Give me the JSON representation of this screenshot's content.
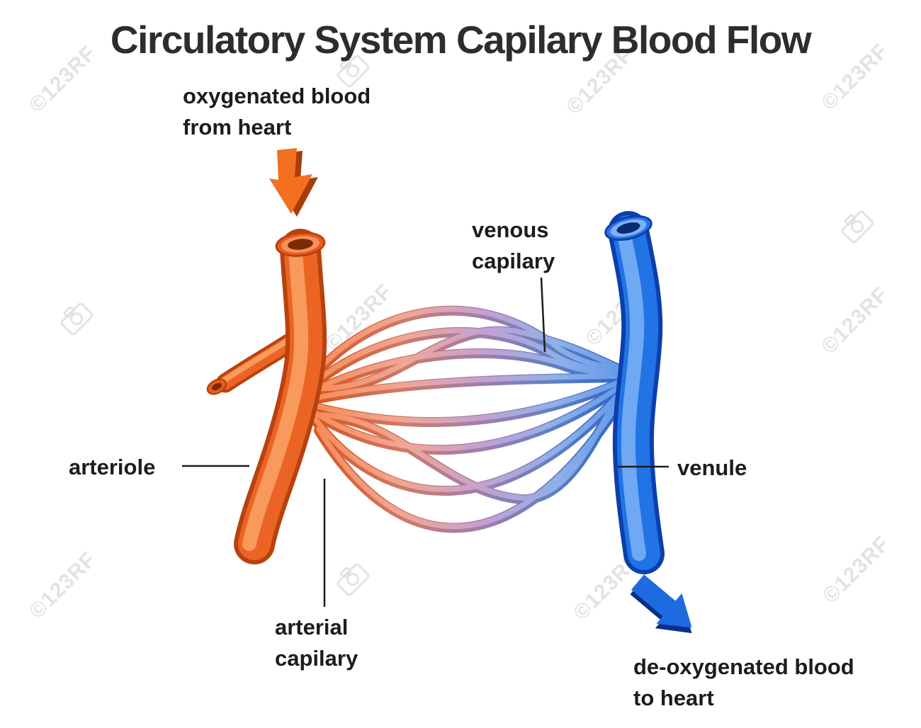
{
  "title": "Circulatory System Capilary Blood Flow",
  "labels": {
    "oxygenated_line1": "oxygenated blood",
    "oxygenated_line2": "from heart",
    "venous_line1": "venous",
    "venous_line2": "capilary",
    "arteriole": "arteriole",
    "venule": "venule",
    "arterial_line1": "arterial",
    "arterial_line2": "capilary",
    "deoxygenated_line1": "de-oxygenated blood",
    "deoxygenated_line2": "to heart"
  },
  "watermark": {
    "text": "©123RF"
  },
  "colors": {
    "artery_dark": "#b8420e",
    "artery_mid": "#ec6424",
    "artery_light": "#f79a5c",
    "vein_dark": "#0b3fae",
    "vein_mid": "#2273e4",
    "vein_light": "#6fa9f4",
    "label_text": "#1c1c1c",
    "title_text": "#2d2d2d",
    "watermark": "#e3e3e3",
    "background": "#ffffff"
  }
}
